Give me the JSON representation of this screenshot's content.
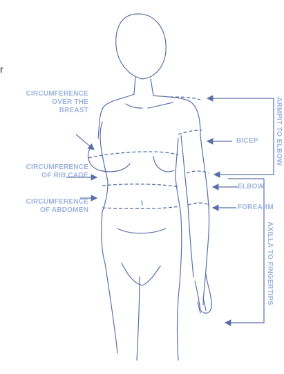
{
  "fragment_text": "r",
  "labels": {
    "breast": [
      "CIRCUMFERENCE",
      "OVER THE",
      "BREAST"
    ],
    "rib_cage": [
      "CIRCUMFERENCE",
      "OF RIB CAGE"
    ],
    "abdomen": [
      "CIRCUMFERENCE",
      "OF ABDOMEN"
    ],
    "bicep": "BICEP",
    "elbow": "ELBOW",
    "forearm": "FOREARM",
    "armpit_elbow": "ARMPIT TO ELBOW",
    "axilla_fingertips": "AXILLA TO FINGERTIPS"
  },
  "colors": {
    "accent": "#9db3dd",
    "arrow": "#5a6fa8",
    "line": "#5a6fa8"
  }
}
